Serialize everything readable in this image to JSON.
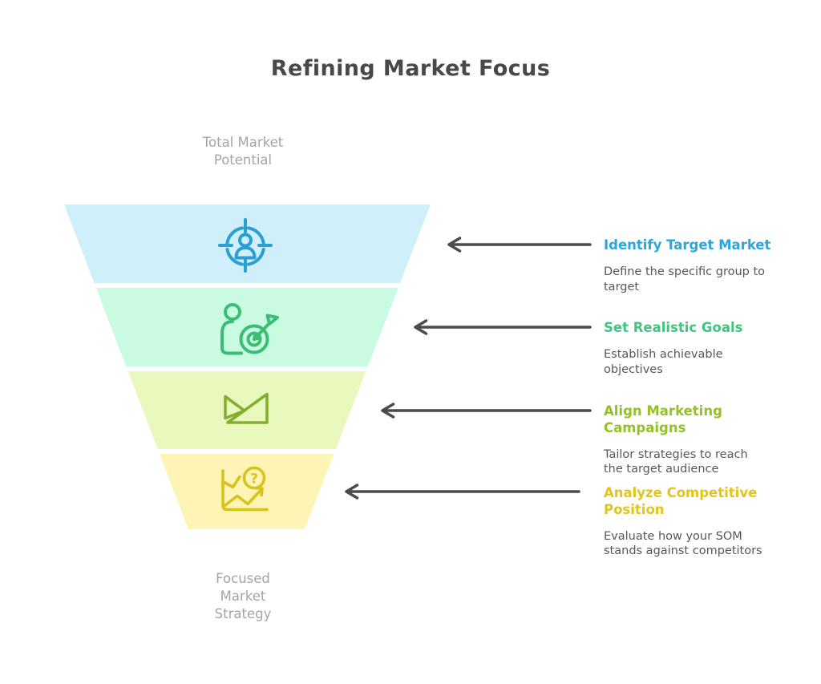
{
  "title": "Refining Market Focus",
  "colors": {
    "background": "#ffffff",
    "title_text": "#484848",
    "muted_label": "#a4a4a4",
    "description_text": "#575757",
    "arrow": "#4b4b4b"
  },
  "funnel": {
    "top_label": "Total Market\nPotential",
    "bottom_label": "Focused\nMarket\nStrategy",
    "tiers": [
      {
        "label": "Identify Target Market",
        "fill": "#cff0fb",
        "icon": "target-user-icon",
        "icon_color": "#2b9fd3"
      },
      {
        "label": "Set Realistic Goals",
        "fill": "#c9fbe2",
        "icon": "person-dartboard-icon",
        "icon_color": "#3cbd75"
      },
      {
        "label": "Align Marketing Campaigns",
        "fill": "#e9f9be",
        "icon": "campaign-triangles-icon",
        "icon_color": "#82b02e"
      },
      {
        "label": "Analyze Competitive Position",
        "fill": "#fdf4b5",
        "icon": "chart-question-icon",
        "icon_color": "#d8c31d",
        "icon_glyph": "?"
      }
    ]
  },
  "annotations": [
    {
      "heading": "Identify Target Market",
      "heading_color": "#2ba6dc",
      "description": "Define the specific group to\ntarget"
    },
    {
      "heading": "Set Realistic Goals",
      "heading_color": "#41c47f",
      "description": "Establish achievable\nobjectives"
    },
    {
      "heading": "Align Marketing\nCampaigns",
      "heading_color": "#94c128",
      "description": "Tailor strategies to reach\nthe target audience"
    },
    {
      "heading": "Analyze Competitive\nPosition",
      "heading_color": "#e2c51c",
      "description": "Evaluate how your SOM\nstands against competitors"
    }
  ]
}
